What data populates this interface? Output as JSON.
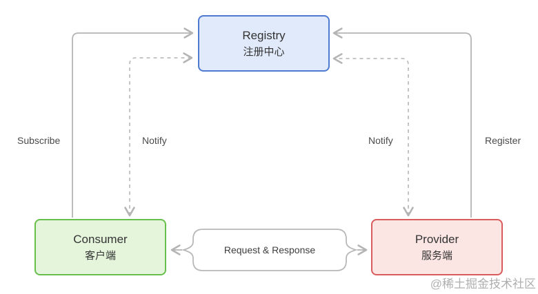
{
  "diagram": {
    "nodes": {
      "registry": {
        "title": "Registry",
        "subtitle": "注册中心",
        "fill": "#e1eafb",
        "border": "#4d7ad0"
      },
      "consumer": {
        "title": "Consumer",
        "subtitle": "客户端",
        "fill": "#e4f5db",
        "border": "#67bf4b"
      },
      "provider": {
        "title": "Provider",
        "subtitle": "服务端",
        "fill": "#fce6e4",
        "border": "#d95b5b"
      }
    },
    "labels": {
      "subscribe": "Subscribe",
      "notify_left": "Notify",
      "notify_right": "Notify",
      "register": "Register",
      "request_response": "Request & Response"
    },
    "colors": {
      "connector_solid": "#b4b4b4",
      "connector_dashed": "#bdbdbd",
      "text": "#333333"
    },
    "watermark": "@稀土掘金技术社区"
  }
}
